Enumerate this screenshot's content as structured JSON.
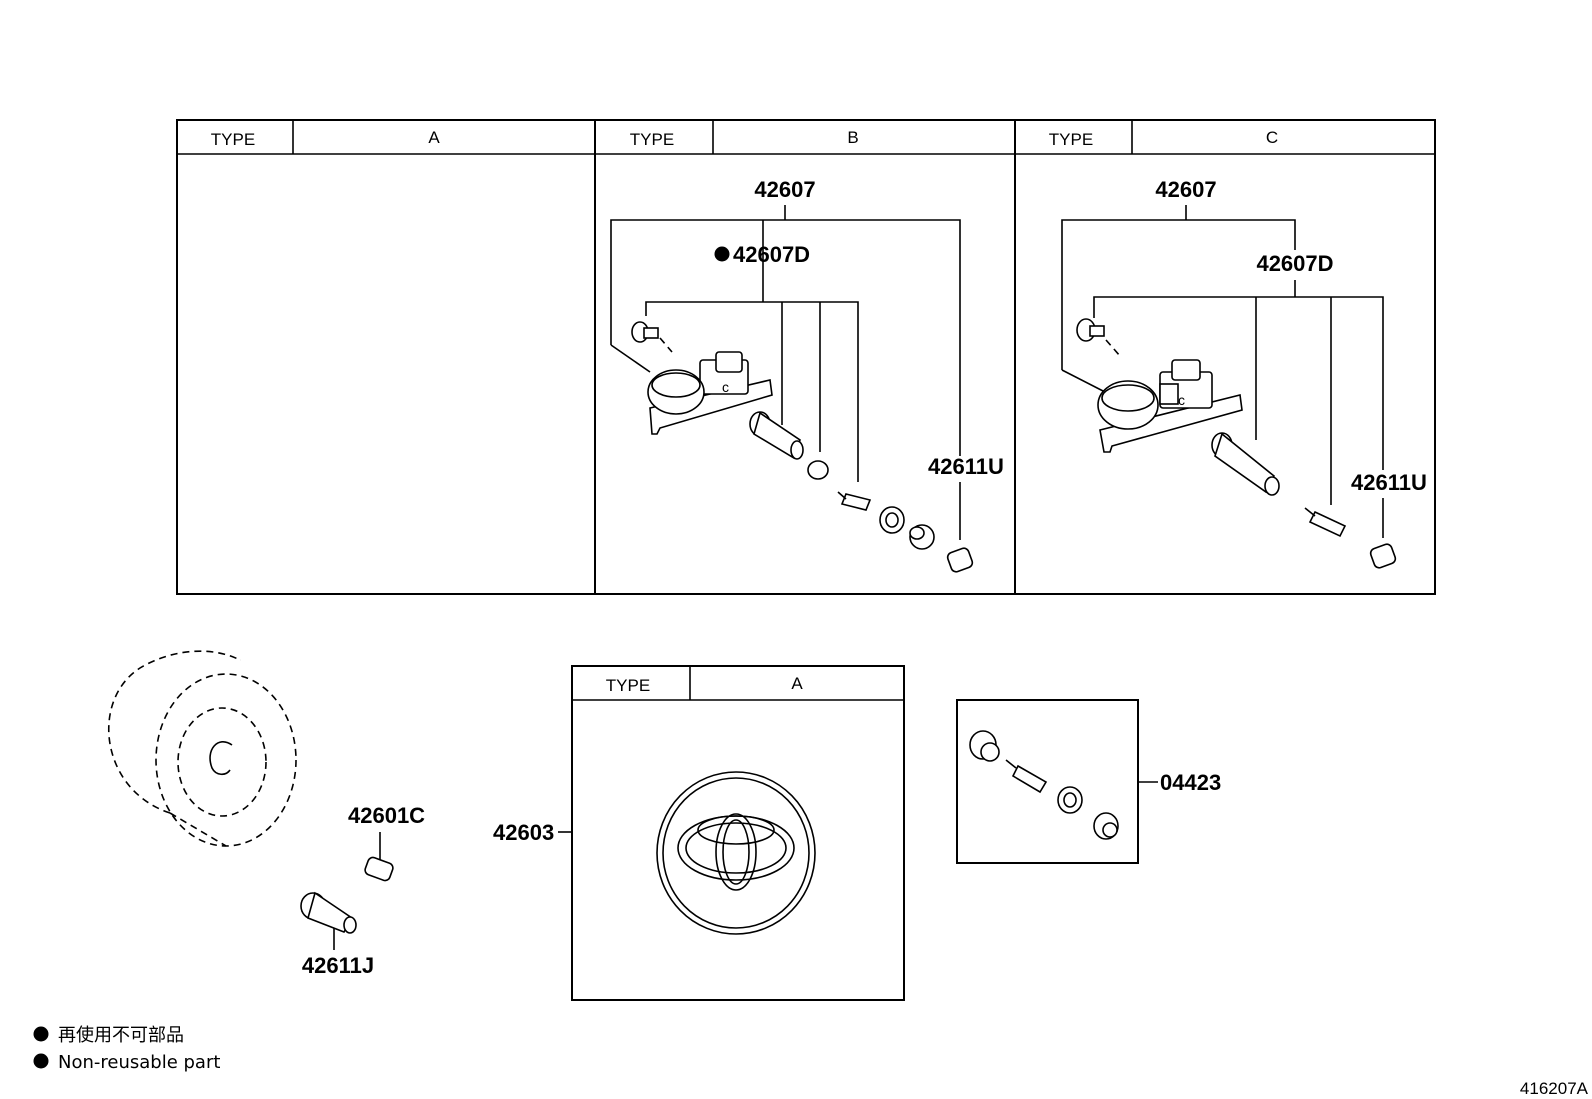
{
  "type_tables": {
    "top": [
      {
        "type_label": "TYPE",
        "type_value": "A"
      },
      {
        "type_label": "TYPE",
        "type_value": "B"
      },
      {
        "type_label": "TYPE",
        "type_value": "C"
      }
    ],
    "center_cap": {
      "type_label": "TYPE",
      "type_value": "A"
    }
  },
  "part_numbers": {
    "panel_b": {
      "assembly": "42607",
      "sensor": "42607D",
      "cap": "42611U"
    },
    "panel_c": {
      "assembly": "42607",
      "sensor": "42607D",
      "cap": "42611U"
    },
    "valve_cap": "42601C",
    "valve": "42611J",
    "center_cap": "42603",
    "valve_kit": "04423"
  },
  "legend": {
    "symbol": "●",
    "japanese": "再使用不可部品",
    "english": "Non-reusable part"
  },
  "diagram_code": "416207A",
  "emblem": "toyota-emblem-icon"
}
